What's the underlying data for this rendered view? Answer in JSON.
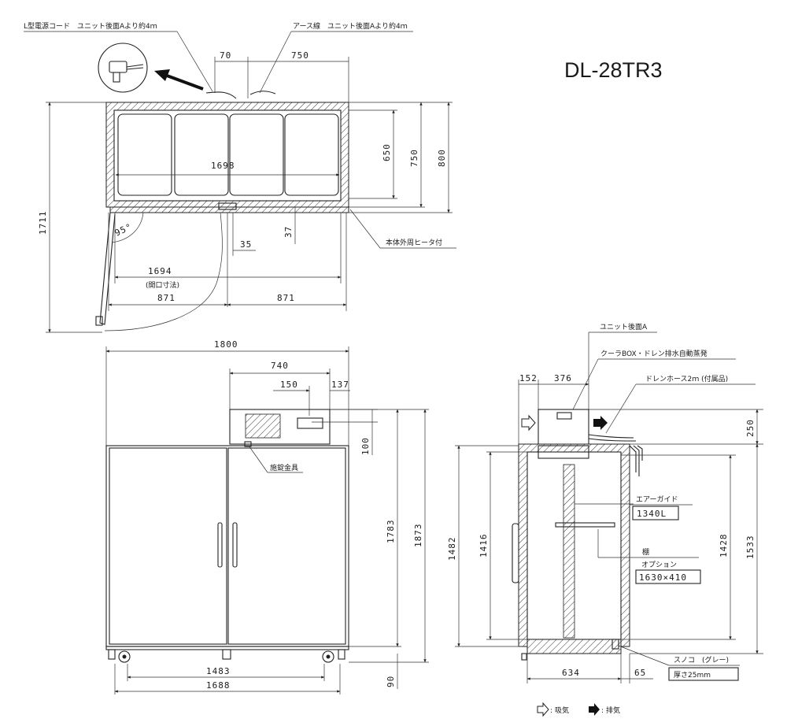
{
  "model": "DL-28TR3",
  "top_view": {
    "power_cord": "L型電源コード　ユニット後面Aより約4ｍ",
    "earth_wire": "アース線　ユニット後面Aより約4ｍ",
    "dim_70": "70",
    "dim_750_top": "750",
    "dim_1698": "1698",
    "dim_650": "650",
    "dim_750_side": "750",
    "dim_800": "800",
    "dim_1711": "1711",
    "dim_37": "37",
    "dim_35": "35",
    "door_angle": "95°",
    "dim_1694": "1694",
    "opening_note": "(開口寸法)",
    "dim_871_left": "871",
    "dim_871_right": "871",
    "heater_note": "本体外周ヒータ付"
  },
  "front_view": {
    "dim_1800": "1800",
    "dim_740": "740",
    "dim_150": "150",
    "dim_137": "137",
    "dim_100": "100",
    "lock_note": "施錠金具",
    "dim_1783": "1783",
    "dim_1873": "1873",
    "dim_1483": "1483",
    "dim_1688": "1688",
    "dim_90": "90"
  },
  "side_view": {
    "unit_rear": "ユニット後面A",
    "cooler_box": "クーラBOX・ドレン排水自動蒸発",
    "dim_152": "152",
    "dim_376": "376",
    "drain_hose": "ドレンホース2ｍ (付属品)",
    "dim_250": "250",
    "air_guide": "エアーガイド",
    "air_guide_size": "1340L",
    "shelf": "棚",
    "shelf_option": "オプション",
    "shelf_size": "1630×410",
    "dim_1482": "1482",
    "dim_1416": "1416",
    "dim_1428": "1428",
    "dim_1533": "1533",
    "sunoko": "スノコ　(グレー)",
    "sunoko_thickness": "厚さ25mm",
    "dim_634": "634",
    "dim_65": "65"
  },
  "legend": {
    "intake": "吸気",
    "exhaust": "排気"
  }
}
